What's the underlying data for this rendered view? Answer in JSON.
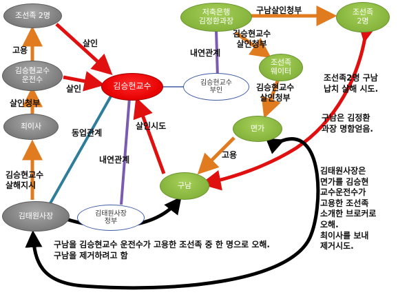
{
  "colors": {
    "kill_arrow": "#e01010",
    "hire_arrow": "#e07b20",
    "associate_line": "#2e7d9a",
    "romance_line": "#7b5bb0",
    "plan_arrow": "#000000"
  },
  "nodes": {
    "joseonjok2_left": "조선족 2명",
    "chauffeur": "김승현교수\n운전수",
    "choi": "최이사",
    "ceo": "김태원사장",
    "kim_prof": "김승현교수",
    "prof_wife": "김승현교수\n부인",
    "ceo_lover": "김태원사장\n정부",
    "bank": "저축은행\n김정환과장",
    "joseonjok2_right": "조선족\n2명",
    "waiter": "조선족\n웨이터",
    "myeonga": "면가",
    "gunam": "구남"
  },
  "edge_labels": {
    "hire1": "고용",
    "kill1": "살인",
    "kill2": "살인",
    "kill_request1": "살인청부",
    "order_kill": "김승현교수\n살해지시",
    "associate": "동업관계",
    "romance1": "내연관계",
    "romance2": "내연관계",
    "attempt": "살인시도",
    "bank_request": "구남살인청부",
    "bank_request2": "김승현교수\n살인청부",
    "waiter_request": "김승현교수\n살인청부",
    "hire2": "고용"
  },
  "notes": {
    "kidnap": "조선족2명 구남\n납치 살해 시도.",
    "order": "구남은 김정환\n과장 명함얻음.",
    "ceo_plan": "김태원사장은\n면가를 김승현\n교수운전수가\n고용한 조선족\n소개한 브로커로\n오해.\n최이사를 보내\n제거시도.",
    "bottom": "구남을 김승현교수 운전수가 고용한 조선족 중 한 명으로 오해.\n구남을 제거하려고 함"
  }
}
